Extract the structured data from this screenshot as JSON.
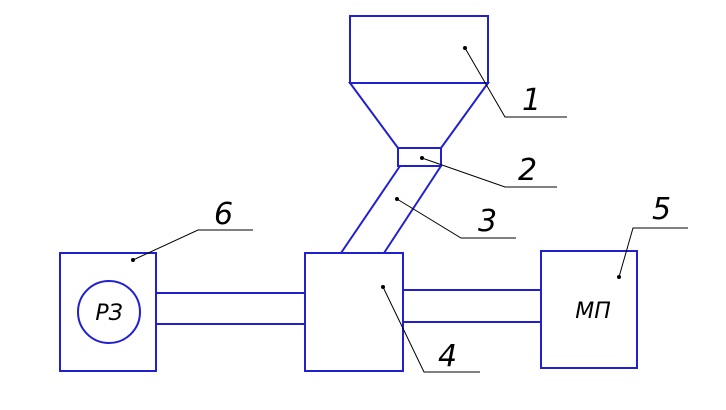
{
  "callouts": {
    "c1": "1",
    "c2": "2",
    "c3": "3",
    "c4": "4",
    "c5": "5",
    "c6": "6"
  },
  "blocks": {
    "block6_label": "РЗ",
    "block5_label": "МП"
  },
  "colors": {
    "line": "#2020d0",
    "leader": "#000000"
  }
}
